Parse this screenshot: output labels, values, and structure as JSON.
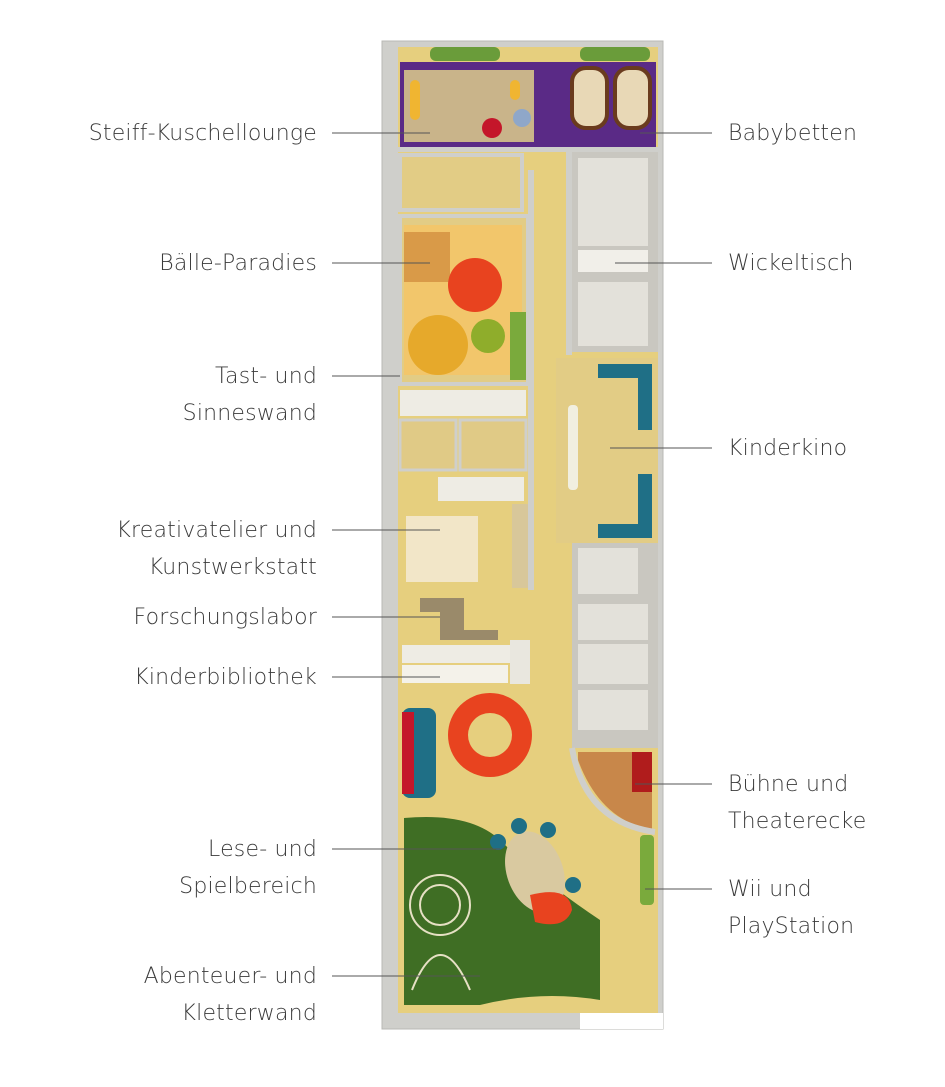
{
  "labels_left": [
    {
      "id": "steiff",
      "text": "Steiff-Kuschellounge"
    },
    {
      "id": "baelle",
      "text": "Bälle-Paradies"
    },
    {
      "id": "tast",
      "text": "Tast- und\nSinneswand"
    },
    {
      "id": "kreativ",
      "text": "Kreativatelier und\nKunstwerkstatt"
    },
    {
      "id": "forschung",
      "text": "Forschungslabor"
    },
    {
      "id": "bibliothek",
      "text": "Kinderbibliothek"
    },
    {
      "id": "lese",
      "text": "Lese- und\nSpielbereich"
    },
    {
      "id": "abenteuer",
      "text": "Abenteuer- und\nKletterwand"
    }
  ],
  "labels_right": [
    {
      "id": "babybetten",
      "text": "Babybetten"
    },
    {
      "id": "wickeltisch",
      "text": "Wickeltisch"
    },
    {
      "id": "kinderkino",
      "text": "Kinderkino"
    },
    {
      "id": "buehne",
      "text": "Bühne und\nTheaterecke"
    },
    {
      "id": "wii",
      "text": "Wii und\nPlayStation"
    }
  ],
  "colors": {
    "floor": "#e6cf7e",
    "wall": "#cfcfcb",
    "purple": "#5a2a86",
    "orange_red": "#e8431f",
    "green": "#4f7a2a",
    "teal": "#1f6f86",
    "wood": "#c8874a",
    "line": "#555555"
  }
}
